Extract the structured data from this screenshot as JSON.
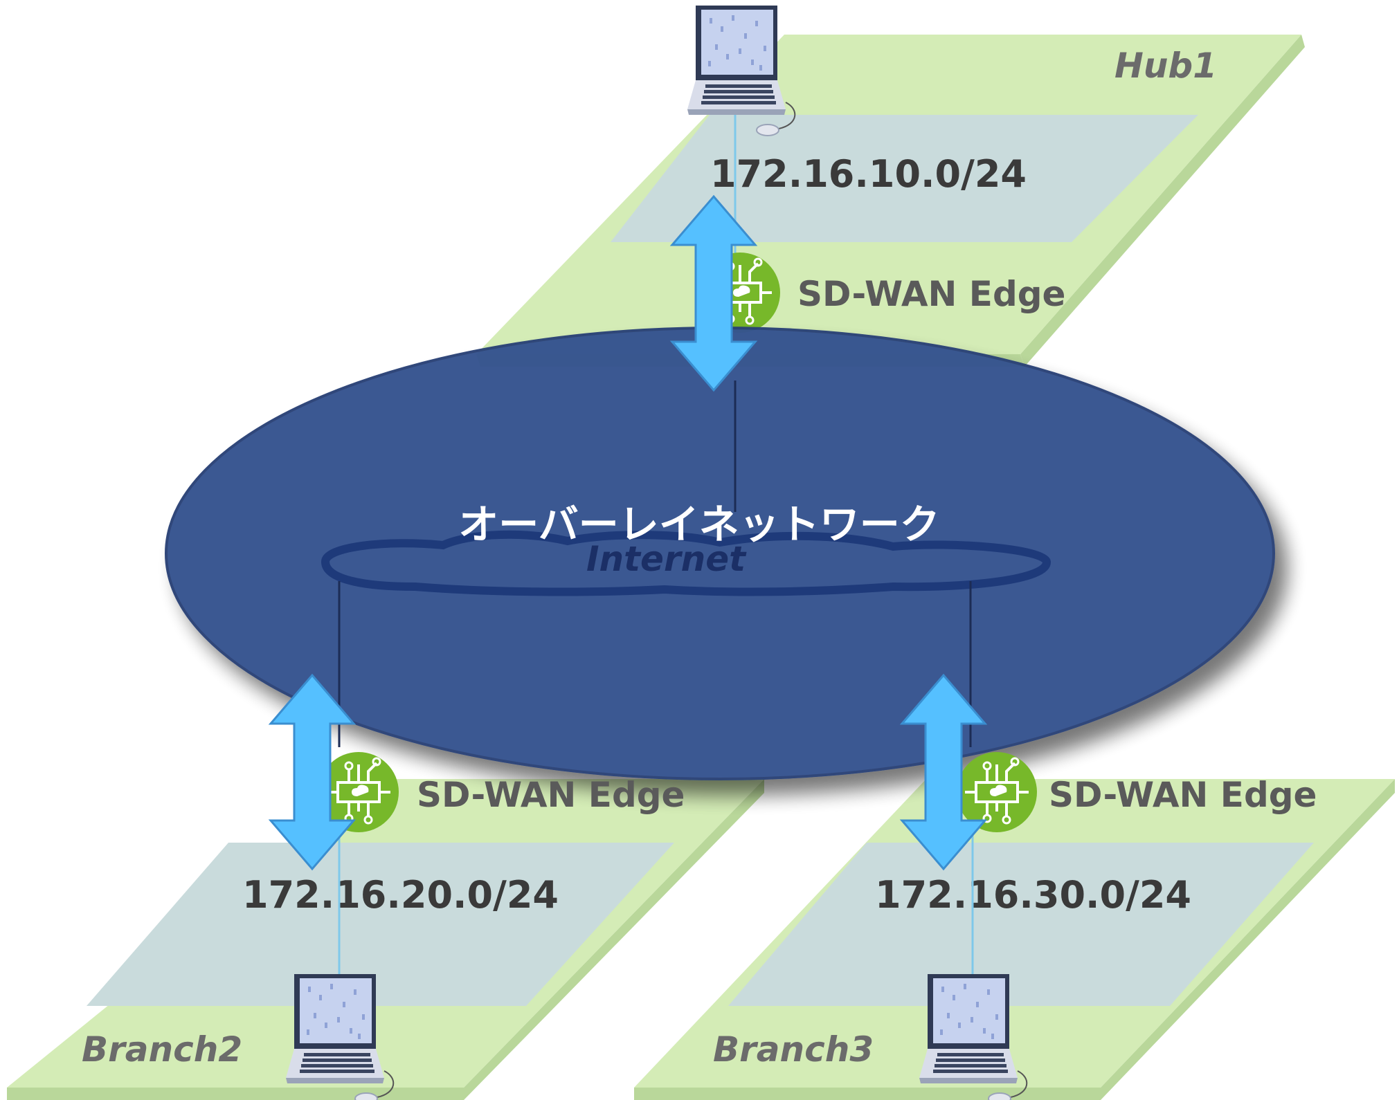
{
  "sites": {
    "hub1": {
      "name": "Hub1",
      "subnet": "172.16.10.0/24",
      "edge_label": "SD-WAN Edge"
    },
    "branch2": {
      "name": "Branch2",
      "subnet": "172.16.20.0/24",
      "edge_label": "SD-WAN Edge"
    },
    "branch3": {
      "name": "Branch3",
      "subnet": "172.16.30.0/24",
      "edge_label": "SD-WAN Edge"
    }
  },
  "overlay": {
    "label": "オーバーレイネットワーク"
  },
  "internet": {
    "label": "Internet"
  },
  "colors": {
    "site_plate": "#d4ecb6",
    "site_plate_side": "#b9d79a",
    "subnet_plate": "#c9dbdc",
    "overlay_fill": "#35528f",
    "overlay_stroke": "#2b4276",
    "arrow": "#55c0ff",
    "edge_circle": "#77b82a",
    "lan_line": "#7ec8ea"
  },
  "icons": {
    "laptop": "laptop-icon",
    "edge": "sd-wan-edge-icon",
    "arrow": "bidirectional-arrow-icon"
  }
}
